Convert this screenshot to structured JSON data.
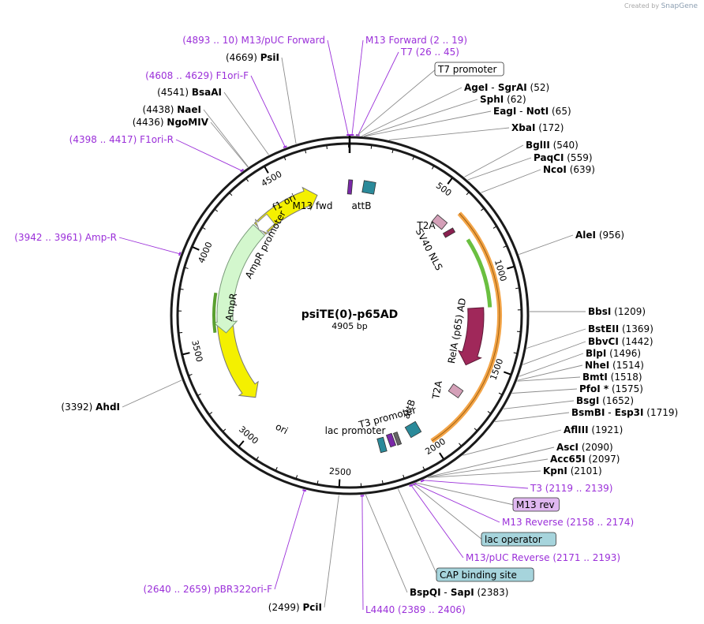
{
  "credit": {
    "prefix": "Created by",
    "brand": "SnapGene"
  },
  "plasmid": {
    "name": "psiTE(0)-p65AD",
    "length": "4905 bp"
  },
  "ticks": [
    "500",
    "1000",
    "1500",
    "2000",
    "2500",
    "3000",
    "3500",
    "4000",
    "4500"
  ],
  "features": {
    "m13fwd": "M13 fwd",
    "attB1": "attB",
    "t2a_top": "T2A",
    "sv40": "SV40 NLS",
    "rela": "RelA (p65) AD",
    "t2a_bot": "T2A",
    "attB2": "attB",
    "t3prom": "T3 promoter",
    "lacprom": "lac promoter",
    "ori": "ori",
    "ampr": "AmpR",
    "amprprom": "AmpR promoter",
    "f1ori": "f1 ori"
  },
  "labels": [
    {
      "coords": "(4893 .. 10)",
      "name": "M13/pUC Forward",
      "kind": "primer"
    },
    {
      "name": "M13 Forward",
      "coords": "(2 .. 19)",
      "kind": "primer"
    },
    {
      "name": "T7",
      "coords": "(26 .. 45)",
      "kind": "primer"
    },
    {
      "coords": "(4669)",
      "name": "PsiI",
      "kind": "enzyme"
    },
    {
      "name": "T7 promoter",
      "kind": "boxed-white"
    },
    {
      "name": "AgeI",
      "sep": "-",
      "name2": "SgrAI",
      "coords": "(52)",
      "kind": "enzyme"
    },
    {
      "coords": "(4608 .. 4629)",
      "name": "F1ori-F",
      "kind": "primer"
    },
    {
      "name": "SphI",
      "coords": "(62)",
      "kind": "enzyme"
    },
    {
      "coords": "(4541)",
      "name": "BsaAI",
      "kind": "enzyme"
    },
    {
      "name": "EagI",
      "sep": "-",
      "name2": "NotI",
      "coords": "(65)",
      "kind": "enzyme"
    },
    {
      "coords": "(4438)",
      "name": "NaeI",
      "kind": "enzyme"
    },
    {
      "coords": "(4436)",
      "name": "NgoMIV",
      "kind": "enzyme"
    },
    {
      "name": "XbaI",
      "coords": "(172)",
      "kind": "enzyme"
    },
    {
      "coords": "(4398 .. 4417)",
      "name": "F1ori-R",
      "kind": "primer"
    },
    {
      "name": "BglII",
      "coords": "(540)",
      "kind": "enzyme"
    },
    {
      "name": "PaqCI",
      "coords": "(559)",
      "kind": "enzyme"
    },
    {
      "name": "NcoI",
      "coords": "(639)",
      "kind": "enzyme"
    },
    {
      "coords": "(3942 .. 3961)",
      "name": "Amp-R",
      "kind": "primer"
    },
    {
      "name": "AleI",
      "coords": "(956)",
      "kind": "enzyme"
    },
    {
      "name": "BbsI",
      "coords": "(1209)",
      "kind": "enzyme"
    },
    {
      "name": "BstEII",
      "coords": "(1369)",
      "kind": "enzyme"
    },
    {
      "name": "BbvCI",
      "coords": "(1442)",
      "kind": "enzyme"
    },
    {
      "name": "BlpI",
      "coords": "(1496)",
      "kind": "enzyme"
    },
    {
      "name": "NheI",
      "coords": "(1514)",
      "kind": "enzyme"
    },
    {
      "name": "BmtI",
      "coords": "(1518)",
      "kind": "enzyme"
    },
    {
      "name": "PfoI *",
      "coords": "(1575)",
      "kind": "enzyme"
    },
    {
      "name": "BsgI",
      "coords": "(1652)",
      "kind": "enzyme"
    },
    {
      "coords": "(3392)",
      "name": "AhdI",
      "kind": "enzyme"
    },
    {
      "name": "BsmBI",
      "sep": "-",
      "name2": "Esp3I",
      "coords": "(1719)",
      "kind": "enzyme"
    },
    {
      "name": "AflIII",
      "coords": "(1921)",
      "kind": "enzyme"
    },
    {
      "name": "AscI",
      "coords": "(2090)",
      "kind": "enzyme"
    },
    {
      "name": "Acc65I",
      "coords": "(2097)",
      "kind": "enzyme"
    },
    {
      "name": "KpnI",
      "coords": "(2101)",
      "kind": "enzyme"
    },
    {
      "name": "T3",
      "coords": "(2119 .. 2139)",
      "kind": "primer"
    },
    {
      "name": "M13 rev",
      "kind": "boxed-purple"
    },
    {
      "name": "M13 Reverse",
      "coords": "(2158 .. 2174)",
      "kind": "primer"
    },
    {
      "name": "lac operator",
      "kind": "boxed-teal"
    },
    {
      "name": "M13/pUC Reverse",
      "coords": "(2171 .. 2193)",
      "kind": "primer"
    },
    {
      "coords": "(2640 .. 2659)",
      "name": "pBR322ori-F",
      "kind": "primer"
    },
    {
      "name": "CAP binding site",
      "kind": "boxed-teal"
    },
    {
      "name": "BspQI",
      "sep": "-",
      "name2": "SapI",
      "coords": "(2383)",
      "kind": "enzyme"
    },
    {
      "coords": "(2499)",
      "name": "PciI",
      "kind": "enzyme"
    },
    {
      "name": "L4440",
      "coords": "(2389 .. 2406)",
      "kind": "primer"
    }
  ]
}
